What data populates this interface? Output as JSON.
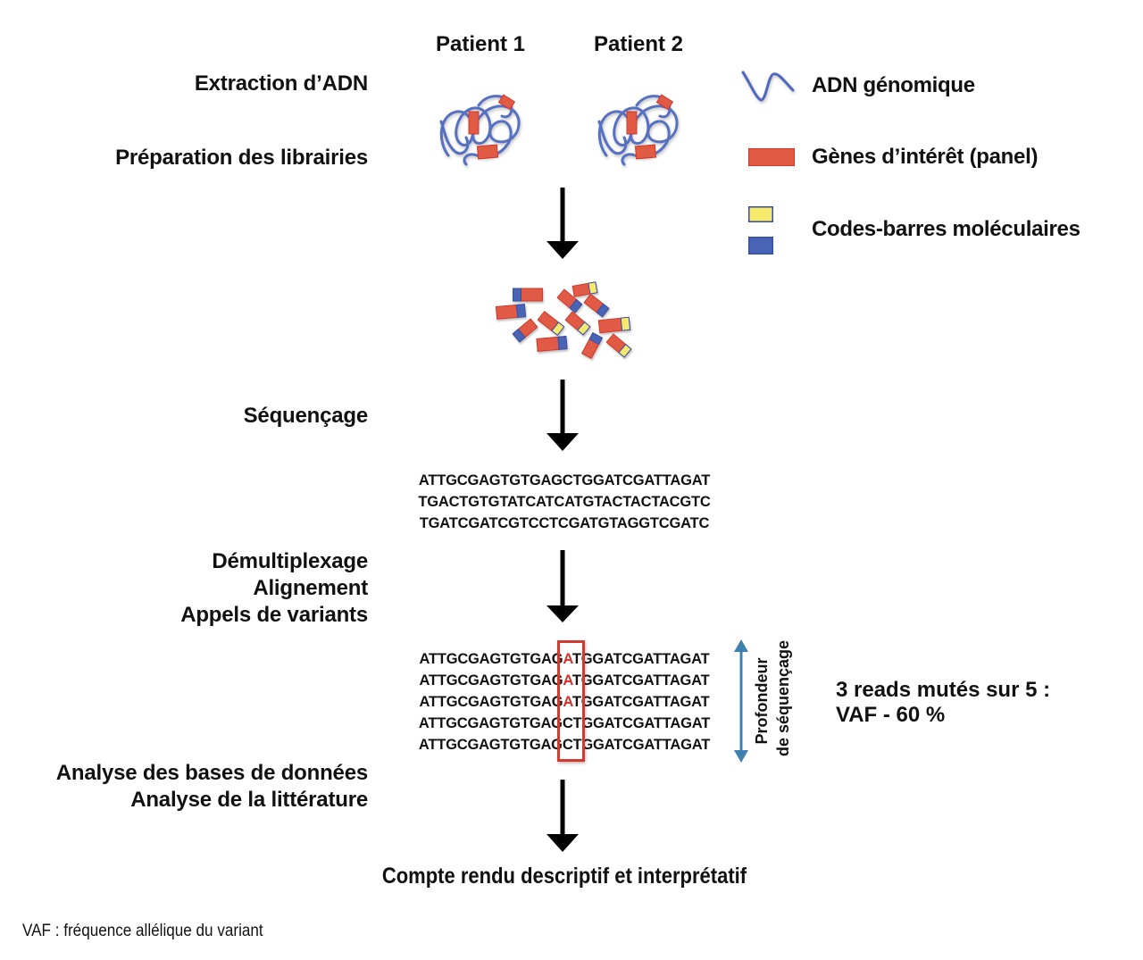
{
  "colors": {
    "dna_blue": "#5670c2",
    "gene_red": "#e05a44",
    "gene_red_border": "#d0372a",
    "barcode_blue": "#4a64b5",
    "barcode_yellow": "#f6ea6e",
    "variant_red": "#d8302a",
    "depth_arrow": "#3f80ae",
    "text": "#111111"
  },
  "patients": [
    "Patient 1",
    "Patient 2"
  ],
  "steps": {
    "extraction": "Extraction d’ADN",
    "library_prep": "Préparation des librairies",
    "sequencing": "Séquençage",
    "analysis": [
      "Démultiplexage",
      "Alignement",
      "Appels de variants"
    ],
    "interpretation": [
      "Analyse des bases de données",
      "Analyse de la littérature"
    ]
  },
  "legend": {
    "genomic_dna": "ADN génomique",
    "genes_of_interest": "Gènes d’intérêt (panel)",
    "molecular_barcodes": "Codes-barres moléculaires"
  },
  "sequencing_reads": [
    "ATTGCGAGTGTGAGCTGGATCGATTAGAT",
    "TGACTGTGTATCATCATGTACTACTACGTC",
    "TGATCGATCGTCCTCGATGTAGGTCGATC"
  ],
  "aligned_reads": [
    {
      "prefix": "ATTGCGAGTGTGAG",
      "base": "A",
      "suffix": "TGGATCGATTAGAT",
      "mutated": true
    },
    {
      "prefix": "ATTGCGAGTGTGAG",
      "base": "A",
      "suffix": "TGGATCGATTAGAT",
      "mutated": true
    },
    {
      "prefix": "ATTGCGAGTGTGAG",
      "base": "A",
      "suffix": "TGGATCGATTAGAT",
      "mutated": true
    },
    {
      "prefix": "ATTGCGAGTGTGAG",
      "base": "C",
      "suffix": "TGGATCGATTAGAT",
      "mutated": false
    },
    {
      "prefix": "ATTGCGAGTGTGAG",
      "base": "C",
      "suffix": "TGGATCGATTAGAT",
      "mutated": false
    }
  ],
  "depth_label": [
    "Profondeur",
    "de séquençage"
  ],
  "vaf_summary": [
    "3 reads mutés sur 5 :",
    "VAF - 60 %"
  ],
  "final_output": "Compte rendu descriptif et interprétatif",
  "footnote": "VAF : fréquence allélique du variant"
}
